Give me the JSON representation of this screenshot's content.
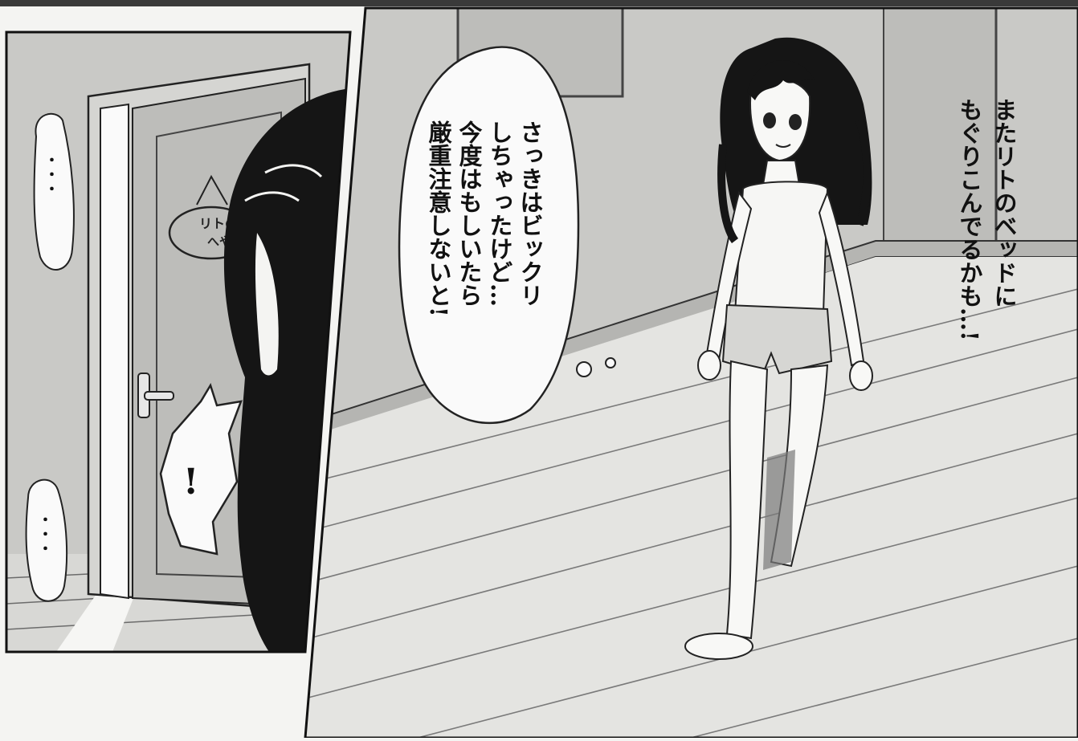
{
  "panels": {
    "left": {
      "door_sign": {
        "line1": "リトの",
        "line2": "へや"
      },
      "sfx_bubble_top": "・・・",
      "sfx_bubble_bottom": "・・・",
      "exclamation": "!"
    },
    "right": {
      "speech_bubble": {
        "lines": [
          "さっきはビックリ",
          "しちゃったけど…",
          "今度はもしいたら",
          "厳重注意しないと!"
        ]
      },
      "narration": {
        "lines": [
          "またリトのベッドに",
          "もぐりこんでるかも…!"
        ]
      }
    }
  },
  "colors": {
    "ink": "#111111",
    "paper": "#f4f4f2",
    "wall_tone": "#c9c9c6",
    "floor_tone": "#e4e4e1"
  }
}
